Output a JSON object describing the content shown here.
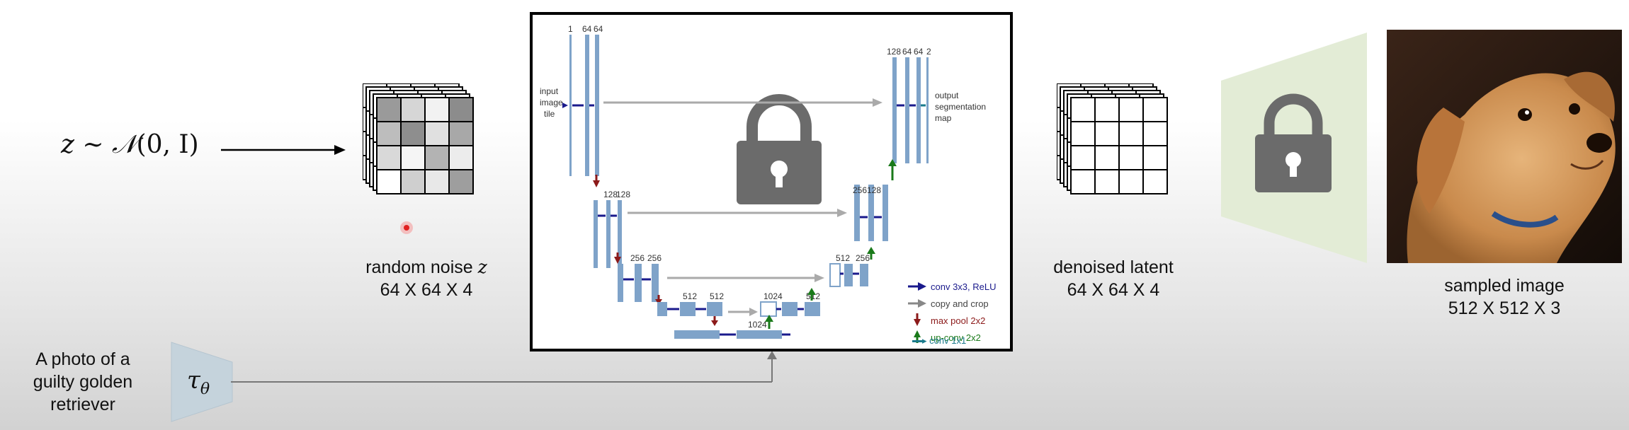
{
  "formula": {
    "z": "z",
    "sim": "∼",
    "N": "𝒩",
    "args": "(0, I)"
  },
  "noise": {
    "title": "random noise",
    "var": "z",
    "dims": "64 X 64 X 4"
  },
  "prompt": {
    "line1": "A photo of a",
    "line2": "guilty golden",
    "line3": "retriever"
  },
  "encoder": {
    "symbol": "τ",
    "subscript": "θ"
  },
  "unet": {
    "input_lines": [
      "input",
      "image",
      "tile"
    ],
    "output_lines": [
      "output",
      "segmentation",
      "map"
    ],
    "channels": {
      "top_left": [
        "1",
        "64",
        "64"
      ],
      "top_right": [
        "128",
        "64",
        "64",
        "2"
      ],
      "level2_left": [
        "128",
        "128"
      ],
      "level2_right": [
        "256",
        "128"
      ],
      "level3_left": [
        "256",
        "256"
      ],
      "level3_right": [
        "512",
        "256"
      ],
      "level4_left": [
        "512",
        "512"
      ],
      "level4_right": [
        "1024",
        "512"
      ],
      "bottom": [
        "1024"
      ]
    },
    "legend": [
      {
        "text": "conv 3x3, ReLU",
        "color": "#1a1a8c"
      },
      {
        "text": "copy and crop",
        "color": "#555555"
      },
      {
        "text": "max pool 2x2",
        "color": "#8c1a1a"
      },
      {
        "text": "up-conv 2x2",
        "color": "#1a7a1a"
      },
      {
        "text": "conv 1x1",
        "color": "#1a7a8c"
      }
    ]
  },
  "latent": {
    "title": "denoised latent",
    "dims": "64 X 64 X 4"
  },
  "output": {
    "title": "sampled image",
    "dims": "512 X 512 X 3"
  },
  "colors": {
    "lock": "#6b6b6b",
    "decoder": "#e3ecd6",
    "encoder": "#c5d3dc",
    "unet_block": "#7fa3c9"
  }
}
